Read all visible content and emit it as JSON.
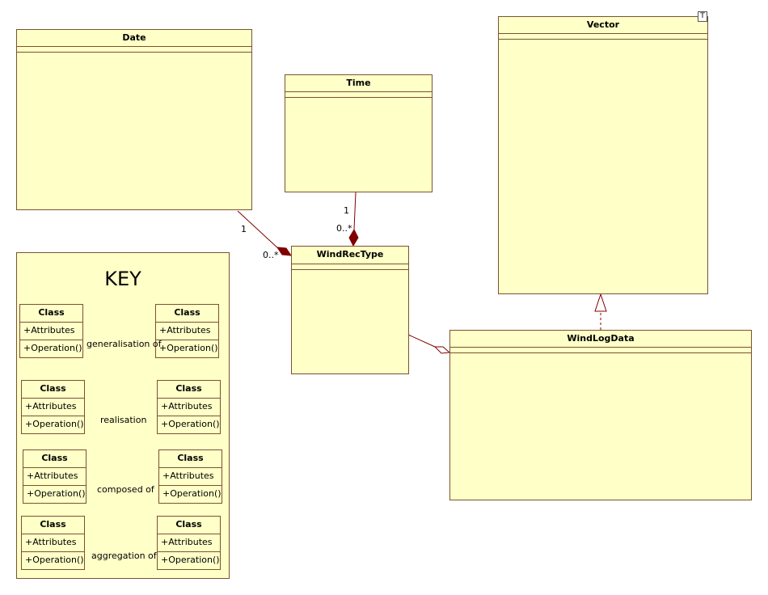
{
  "classes": {
    "date": "Date",
    "time": "Time",
    "vector": "Vector",
    "vector_template": "T",
    "windrectype": "WindRecType",
    "windlogdata": "WindLogData"
  },
  "multiplicities": {
    "date_one": "1",
    "date_many": "0..*",
    "time_one": "1",
    "time_many": "0..*"
  },
  "key": {
    "title": "KEY",
    "class_label": "Class",
    "attributes_label": "+Attributes",
    "operation_label": "+Operation()",
    "rows": [
      {
        "relation": "generalisation of"
      },
      {
        "relation": "realisation"
      },
      {
        "relation": "composed of"
      },
      {
        "relation": "aggregation of"
      }
    ]
  },
  "colors": {
    "class_fill": "#ffffc8",
    "border": "#7a5230",
    "composition": "#800000"
  }
}
